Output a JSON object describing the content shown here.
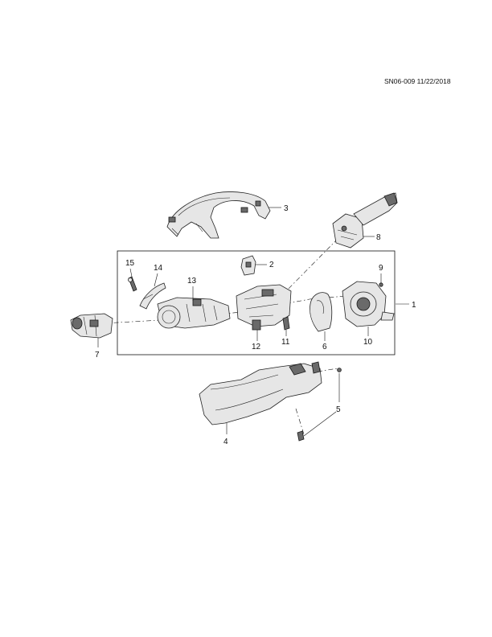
{
  "header": {
    "doc_id": "SN06-009 11/22/2018"
  },
  "callouts": {
    "c1": "1",
    "c2": "2",
    "c3": "3",
    "c4": "4",
    "c5": "5",
    "c6": "6",
    "c7": "7",
    "c8": "8",
    "c9": "9",
    "c10": "10",
    "c11": "11",
    "c12": "12",
    "c13": "13",
    "c14": "14",
    "c15": "15"
  }
}
